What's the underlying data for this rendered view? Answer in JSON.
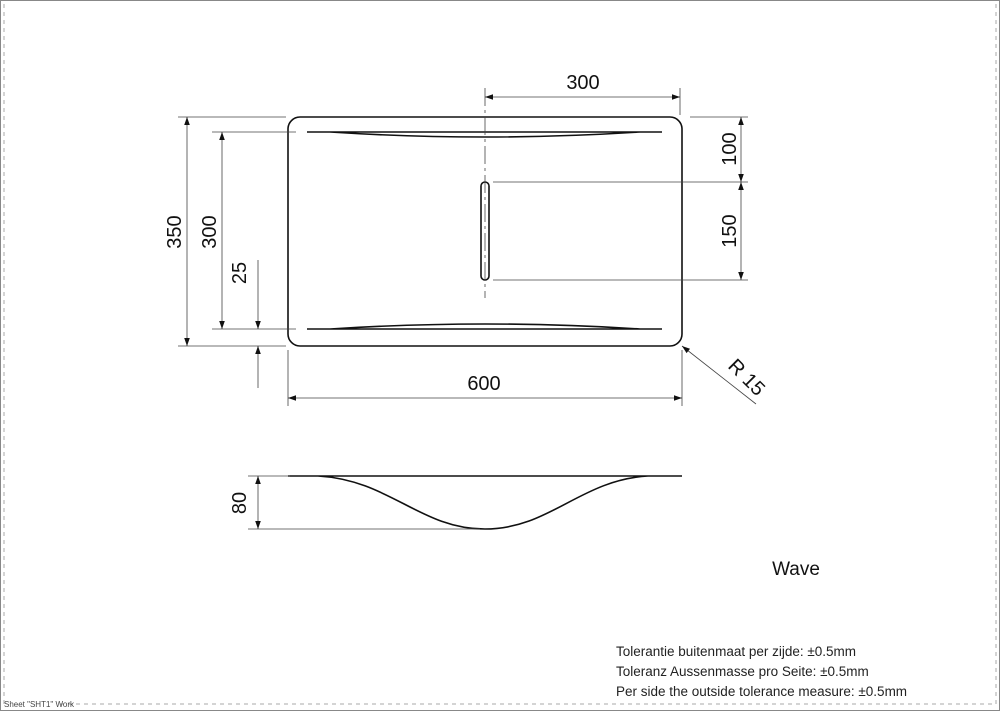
{
  "title": "Wave",
  "sheet_label": "Sheet \"SHT1\" Work",
  "dimensions": {
    "slot_offset": "300",
    "top_to_slot": "100",
    "slot_length": "150",
    "overall_depth": "350",
    "inner_depth": "300",
    "edge_offset": "25",
    "overall_width": "600",
    "radius": "R 15",
    "bowl_depth": "80"
  },
  "tolerances": [
    "Tolerantie buitenmaat per zijde: ±0.5mm",
    "Toleranz Aussenmasse pro Seite: ±0.5mm",
    "Per side the outside tolerance measure: ±0.5mm"
  ]
}
